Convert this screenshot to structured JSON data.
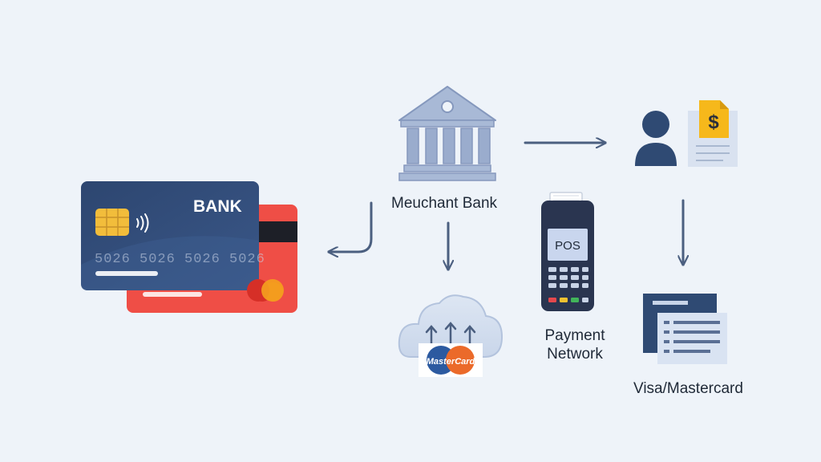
{
  "labels": {
    "merchant_bank": "Meuchant Bank",
    "payment_network": "Payment\nNetwork",
    "visa_mastercard": "Visa/Mastercard"
  },
  "card": {
    "brand": "BANK",
    "number_masked": "5026 5026 5026 5026"
  },
  "pos_terminal": {
    "screen_text": "POS"
  },
  "cloud": {
    "logo_text": "MasterCard"
  },
  "invoice": {
    "symbol": "$"
  },
  "colors": {
    "background": "#eef3f9",
    "navy": "#2f4a73",
    "arrow": "#4b5f80",
    "card_red": "#ef4e46",
    "bank_building": "#9aaccd",
    "doc_yellow": "#f6b81b"
  }
}
